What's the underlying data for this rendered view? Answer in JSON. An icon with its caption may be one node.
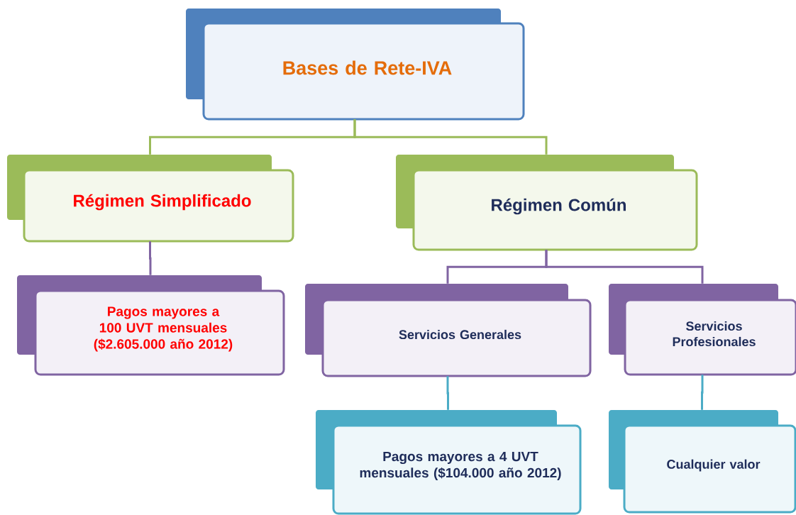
{
  "diagram": {
    "nodes": [
      {
        "text": [
          "Bases de Rete-IVA"
        ]
      },
      {
        "text": [
          "Régimen Simplificado"
        ]
      },
      {
        "text": [
          "Régimen Común"
        ]
      },
      {
        "text": [
          "Pagos mayores a 100 UVT mensuales ($2.605.000 año 2012)"
        ]
      },
      {
        "text": [
          "Servicios Generales"
        ]
      },
      {
        "text": [
          "Servicios Profesionales"
        ]
      },
      {
        "text": [
          "Pagos mayores a 4 UVT mensuales ($104.000 año 2012)"
        ]
      },
      {
        "text": [
          "Cualquier valor"
        ]
      }
    ],
    "edges": [
      {
        "from": 0,
        "to": 1,
        "arrow": "none",
        "color": "#9bbb59"
      },
      {
        "from": 0,
        "to": 2,
        "arrow": "none",
        "color": "#9bbb59"
      },
      {
        "from": 1,
        "to": 3,
        "arrow": "none",
        "color": "#8064a2"
      },
      {
        "from": 2,
        "to": 4,
        "arrow": "none",
        "color": "#8064a2"
      },
      {
        "from": 2,
        "to": 5,
        "arrow": "none",
        "color": "#8064a2"
      },
      {
        "from": 4,
        "to": 6,
        "arrow": "none",
        "color": "#4bacc6"
      },
      {
        "from": 5,
        "to": 7,
        "arrow": "none",
        "color": "#4bacc6"
      }
    ]
  }
}
